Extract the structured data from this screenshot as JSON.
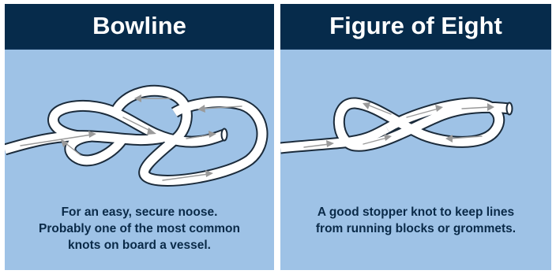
{
  "panels": [
    {
      "title": "Bowline",
      "caption_lines": [
        "For an easy, secure noose.",
        "Probably one of the most common",
        "knots on board a vessel."
      ]
    },
    {
      "title": "Figure of Eight",
      "caption_lines": [
        "A good stopper knot to keep lines",
        "from running blocks or grommets."
      ]
    }
  ],
  "colors": {
    "panel_background": "#9ec2e6",
    "header_background": "#062b4b",
    "header_text": "#ffffff",
    "caption_text": "#0a2a48",
    "rope_fill": "#ffffff",
    "rope_outline": "#1b2b3b",
    "direction_arrows": "#9a9a9a"
  },
  "icons": [
    "bowline-knot-illustration",
    "figure-eight-knot-illustration"
  ]
}
